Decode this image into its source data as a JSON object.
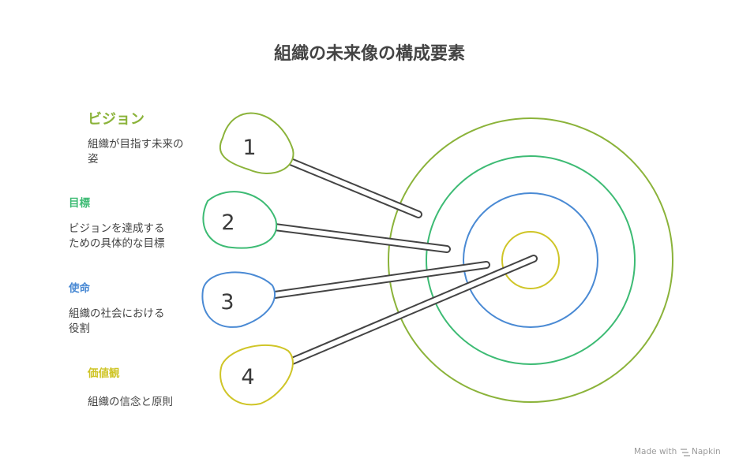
{
  "title": "組織の未来像の構成要素",
  "items": [
    {
      "number": "1",
      "heading": "ビジョン",
      "desc_lines": [
        "組織が目指す未来の",
        "姿"
      ],
      "color": "#8bb33a"
    },
    {
      "number": "2",
      "heading": "目標",
      "desc_lines": [
        "ビジョンを達成する",
        "ための具体的な目標"
      ],
      "color": "#3dbb74"
    },
    {
      "number": "3",
      "heading": "使命",
      "desc_lines": [
        "組織の社会における",
        "役割"
      ],
      "color": "#4a8ad4"
    },
    {
      "number": "4",
      "heading": "価値観",
      "desc_lines": [
        "組織の信念と原則"
      ],
      "color": "#cfc527"
    }
  ],
  "target_colors": [
    "#8bb33a",
    "#3dbb74",
    "#4a8ad4",
    "#cfc527"
  ],
  "credit": {
    "text": "Made with",
    "brand": "Napkin",
    "icon": "napkin-logo-icon"
  }
}
